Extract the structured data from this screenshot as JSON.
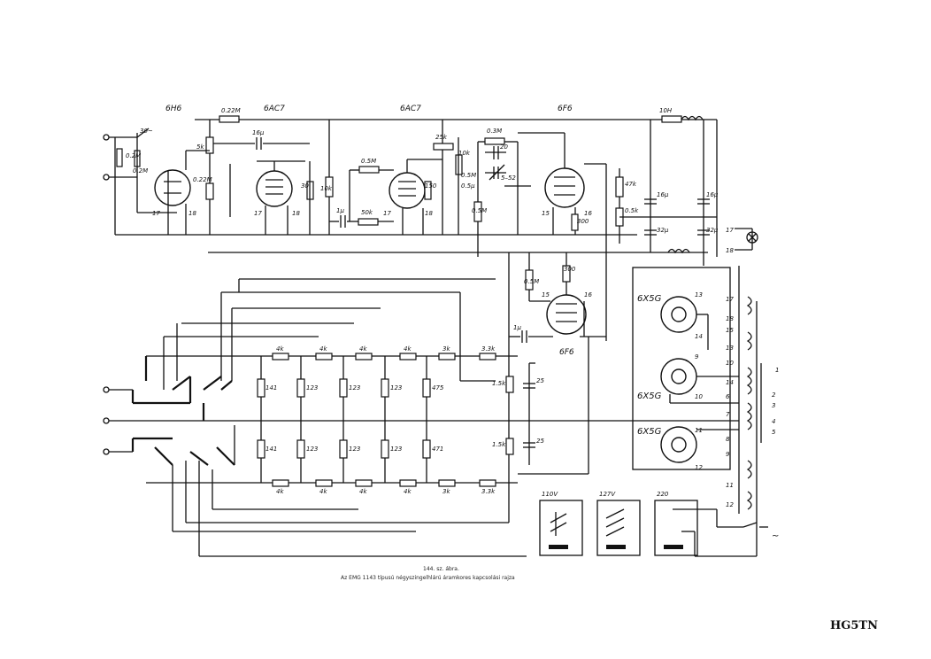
{
  "tubes": {
    "t1": {
      "type": "6H6",
      "pins": [
        "17",
        "18"
      ]
    },
    "t2": {
      "type": "6AC7",
      "pins": [
        "17",
        "18"
      ]
    },
    "t3": {
      "type": "6AC7",
      "pins": [
        "17",
        "18"
      ]
    },
    "t4": {
      "type": "6F6",
      "pins": [
        "15",
        "16"
      ]
    },
    "t5": {
      "type": "6F6",
      "pins": [
        "15",
        "16"
      ]
    },
    "t6": {
      "type": "6X5G",
      "pins": [
        "13",
        "14"
      ]
    },
    "t7": {
      "type": "6X5G",
      "pins": [
        "9",
        "10"
      ]
    },
    "t8": {
      "type": "6X5G",
      "pins": [
        "11",
        "12"
      ]
    }
  },
  "components": {
    "r_022m_top": "0.22M",
    "r_022m_left": "0.2M",
    "r_02m_b": "0.2M",
    "sw_30": "30~",
    "pot_5k": "5k",
    "r_022m_mid": "0.22M",
    "c_16u": "16µ",
    "r_30": "30",
    "r_10k_a": "10k",
    "r_05m_a": "0.5M",
    "c_1u": "1µ",
    "r_50k": "50k",
    "r_150": "150",
    "r_25k": "25k",
    "r_03m": "0.3M",
    "c_20": "20",
    "r_10k_b": "10k",
    "c_5_52": "5–52",
    "r_05m_b": "0.5M",
    "c_05u": "0.5µ",
    "r_05m_c": "0.5M",
    "r_300_a": "300",
    "r_47k": "47k",
    "r_05k": "0.5k",
    "r_10h": "10H",
    "c_16_a": "16µ",
    "c_16_b": "16µ",
    "c_32_a": "32µ",
    "c_32_b": "32µ",
    "r_05m_d": "0.5M",
    "r_300_b": "300",
    "c_1u_b": "1µ",
    "pot_15k_a": "1.5k",
    "pot_15k_b": "1.5k",
    "c_25_a": "25",
    "c_25_b": "25",
    "r_4k": "4k",
    "r_3k": "3k",
    "r_33k": "3.3k",
    "r_123": "123",
    "r_471": "471",
    "r_475": "475",
    "r_141": "141"
  },
  "terminals": [
    "17",
    "18",
    "17",
    "18",
    "15",
    "14",
    "13",
    "12",
    "11",
    "10",
    "9",
    "8",
    "7",
    "6",
    "5",
    "4",
    "3",
    "2",
    "1"
  ],
  "voltage_panels": [
    "110V",
    "127V",
    "220"
  ],
  "figure_number": "144. sz. ábra.",
  "caption": "Az EMG 1143 típusú négyszingelhlárú áramkores kapcsolási rajza",
  "corner_mark": "HG5TN"
}
